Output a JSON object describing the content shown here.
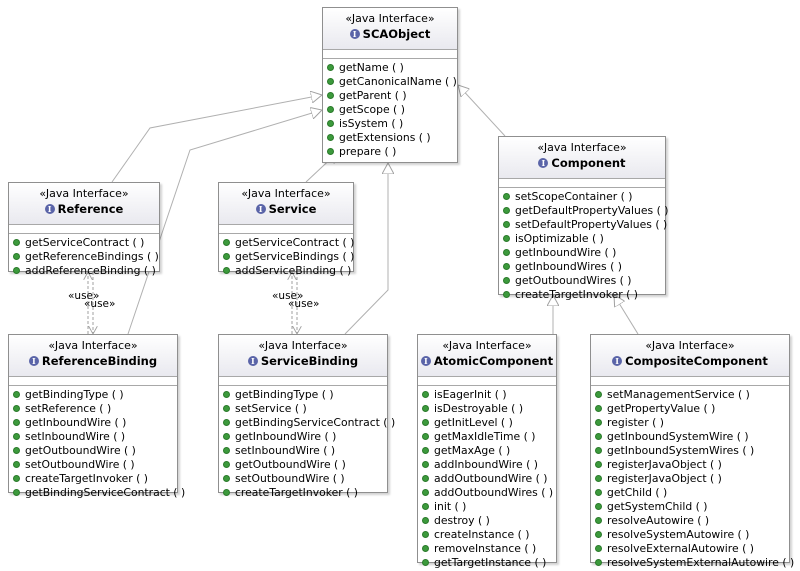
{
  "stereotype": "«Java Interface»",
  "use_label": "«use»",
  "classes": {
    "scaobject": {
      "name": "SCAObject",
      "methods": [
        "getName ( )",
        "getCanonicalName ( )",
        "getParent ( )",
        "getScope ( )",
        "isSystem ( )",
        "getExtensions ( )",
        "prepare ( )"
      ]
    },
    "reference": {
      "name": "Reference",
      "methods": [
        "getServiceContract ( )",
        "getReferenceBindings ( )",
        "addReferenceBinding ( )"
      ]
    },
    "service": {
      "name": "Service",
      "methods": [
        "getServiceContract ( )",
        "getServiceBindings ( )",
        "addServiceBinding ( )"
      ]
    },
    "component": {
      "name": "Component",
      "methods": [
        "setScopeContainer ( )",
        "getDefaultPropertyValues ( )",
        "setDefaultPropertyValues ( )",
        "isOptimizable ( )",
        "getInboundWire ( )",
        "getInboundWires ( )",
        "getOutboundWires ( )",
        "createTargetInvoker ( )"
      ]
    },
    "referencebinding": {
      "name": "ReferenceBinding",
      "methods": [
        "getBindingType ( )",
        "setReference ( )",
        "getInboundWire ( )",
        "setInboundWire ( )",
        "getOutboundWire ( )",
        "setOutboundWire ( )",
        "createTargetInvoker ( )",
        "getBindingServiceContract ( )"
      ]
    },
    "servicebinding": {
      "name": "ServiceBinding",
      "methods": [
        "getBindingType ( )",
        "setService ( )",
        "getBindingServiceContract ( )",
        "getInboundWire ( )",
        "setInboundWire ( )",
        "getOutboundWire ( )",
        "setOutboundWire ( )",
        "createTargetInvoker ( )"
      ]
    },
    "atomiccomponent": {
      "name": "AtomicComponent",
      "methods": [
        "isEagerInit ( )",
        "isDestroyable ( )",
        "getInitLevel ( )",
        "getMaxIdleTime ( )",
        "getMaxAge ( )",
        "addInboundWire ( )",
        "addOutboundWire ( )",
        "addOutboundWires ( )",
        "init ( )",
        "destroy ( )",
        "createInstance ( )",
        "removeInstance ( )",
        "getTargetInstance ( )"
      ]
    },
    "compositecomponent": {
      "name": "CompositeComponent",
      "methods": [
        "setManagementService ( )",
        "getPropertyValue ( )",
        "register ( )",
        "getInboundSystemWire ( )",
        "getInboundSystemWires ( )",
        "registerJavaObject ( )",
        "registerJavaObject ( )",
        "getChild ( )",
        "getSystemChild ( )",
        "resolveAutowire ( )",
        "resolveSystemAutowire ( )",
        "resolveExternalAutowire ( )",
        "resolveSystemExternalAutowire ( )"
      ]
    }
  }
}
